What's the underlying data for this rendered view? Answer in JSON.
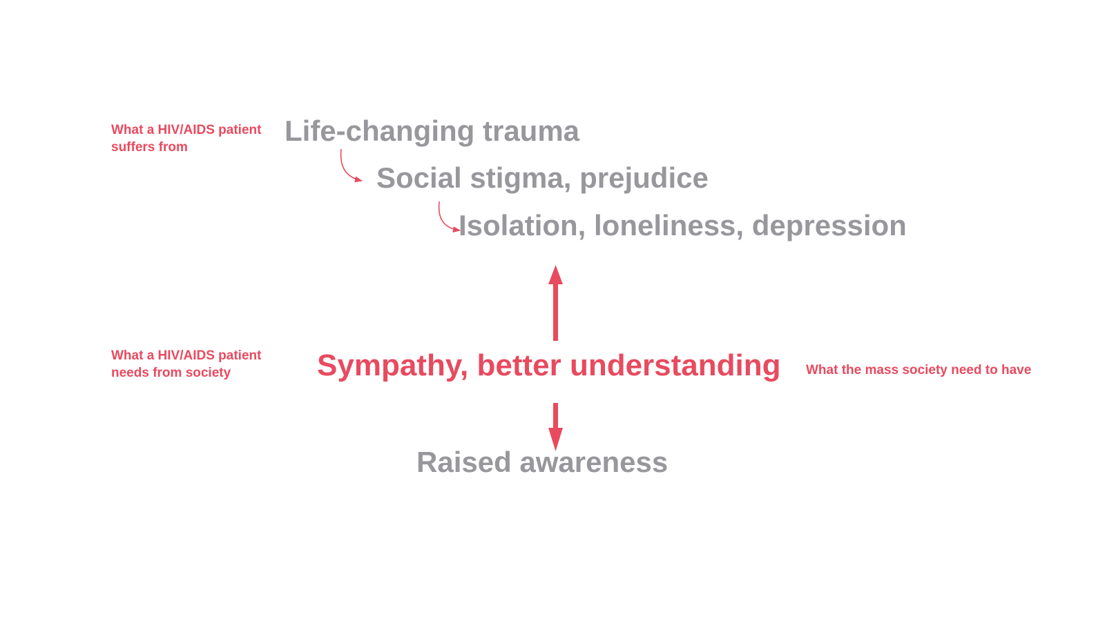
{
  "labels": {
    "patient_suffers": [
      "What a HIV/AIDS patient",
      "suffers from"
    ],
    "patient_needs": [
      "What a HIV/AIDS patient",
      "needs from society"
    ],
    "society_needs": "What the mass society need to have"
  },
  "chain": [
    "Life-changing trauma",
    "Social stigma, prejudice",
    "Isolation, loneliness, depression"
  ],
  "solution": "Sympathy, better understanding",
  "outcome": "Raised awareness",
  "colors": {
    "accent": "#e84a5f",
    "neutral": "#97979c",
    "background": "#ffffff"
  }
}
